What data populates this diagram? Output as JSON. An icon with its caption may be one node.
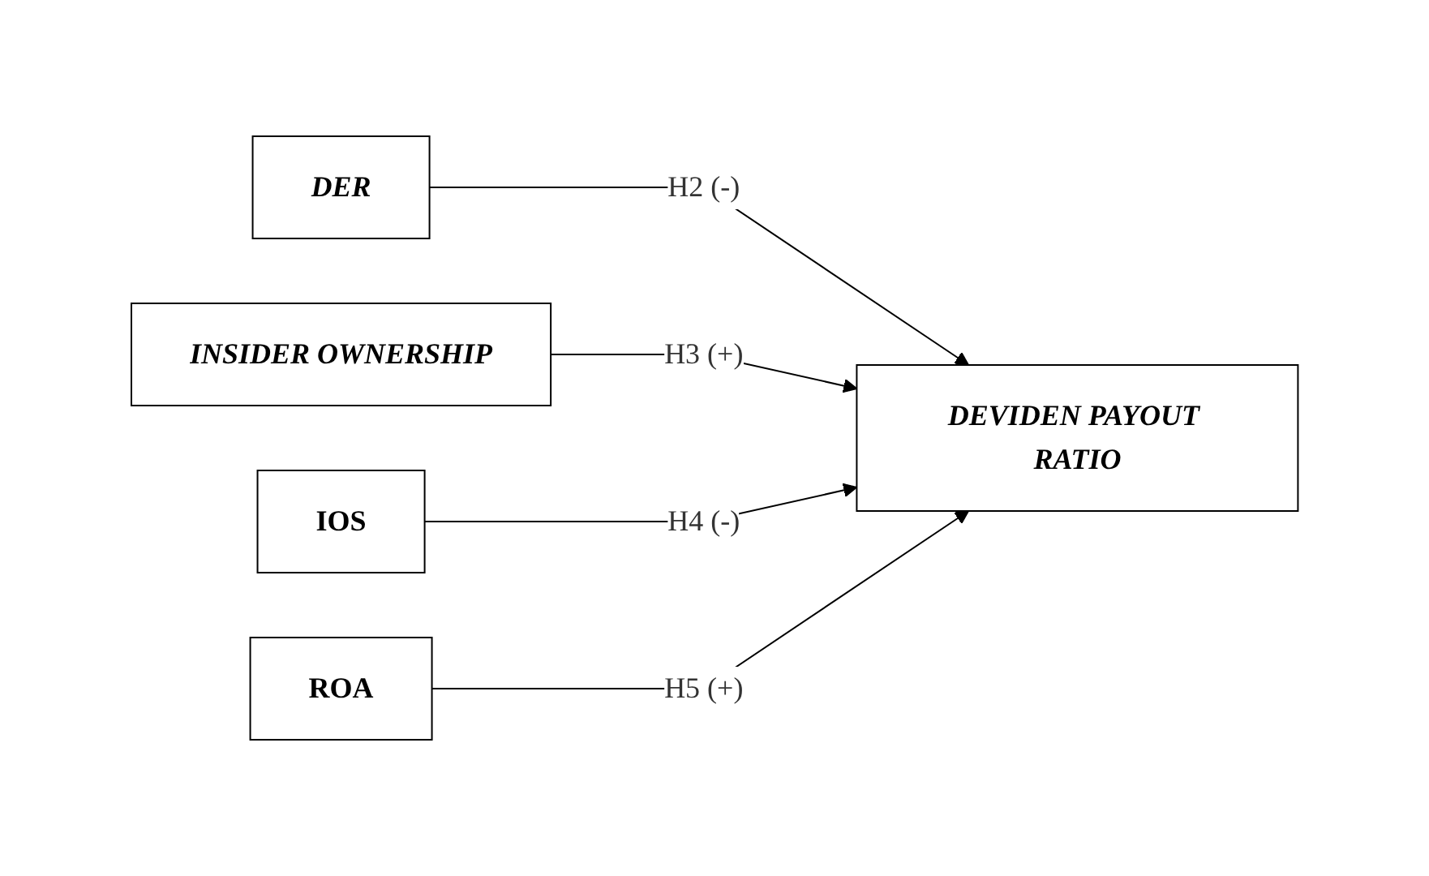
{
  "diagram": {
    "nodes": [
      {
        "text": [
          "DER"
        ]
      },
      {
        "text": [
          "INSIDER OWNERSHIP"
        ]
      },
      {
        "text": [
          "IOS"
        ]
      },
      {
        "text": [
          "ROA"
        ]
      },
      {
        "text": [
          "DEVIDEN PAYOUT RATIO"
        ]
      }
    ],
    "edges": [
      {
        "from": 0,
        "to": 4,
        "arrow": "to",
        "label": "H2 (-)"
      },
      {
        "from": 1,
        "to": 4,
        "arrow": "to",
        "label": "H3 (+)"
      },
      {
        "from": 2,
        "to": 4,
        "arrow": "to",
        "label": "H4 (-)"
      },
      {
        "from": 3,
        "to": 4,
        "arrow": "to",
        "label": "H5 (+)"
      }
    ]
  }
}
